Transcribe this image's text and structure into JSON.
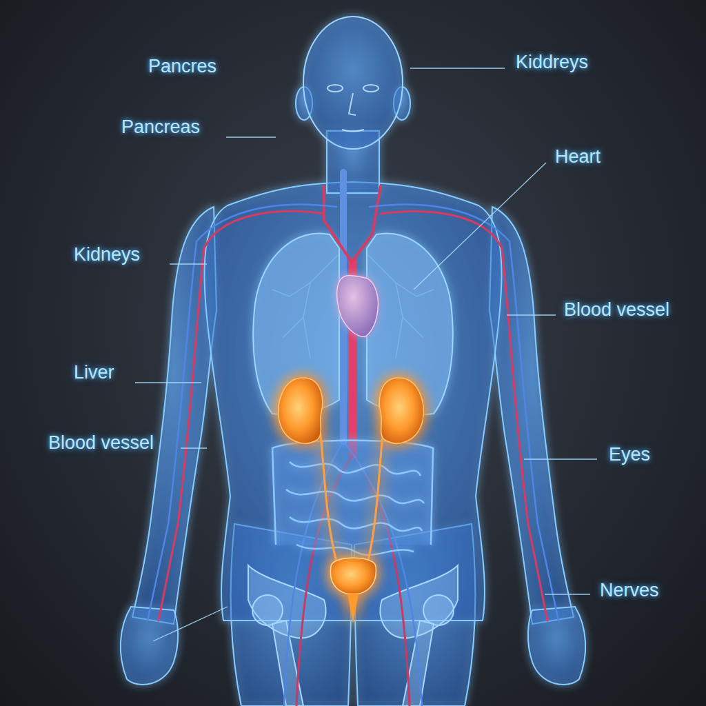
{
  "diagram": {
    "labels": [
      "Pancres",
      "Kiddreys",
      "Pancreas",
      "Heart",
      "Kidneys",
      "Blood vessel",
      "Liver",
      "Blood vessel",
      "Eyes",
      "Nerves"
    ]
  }
}
